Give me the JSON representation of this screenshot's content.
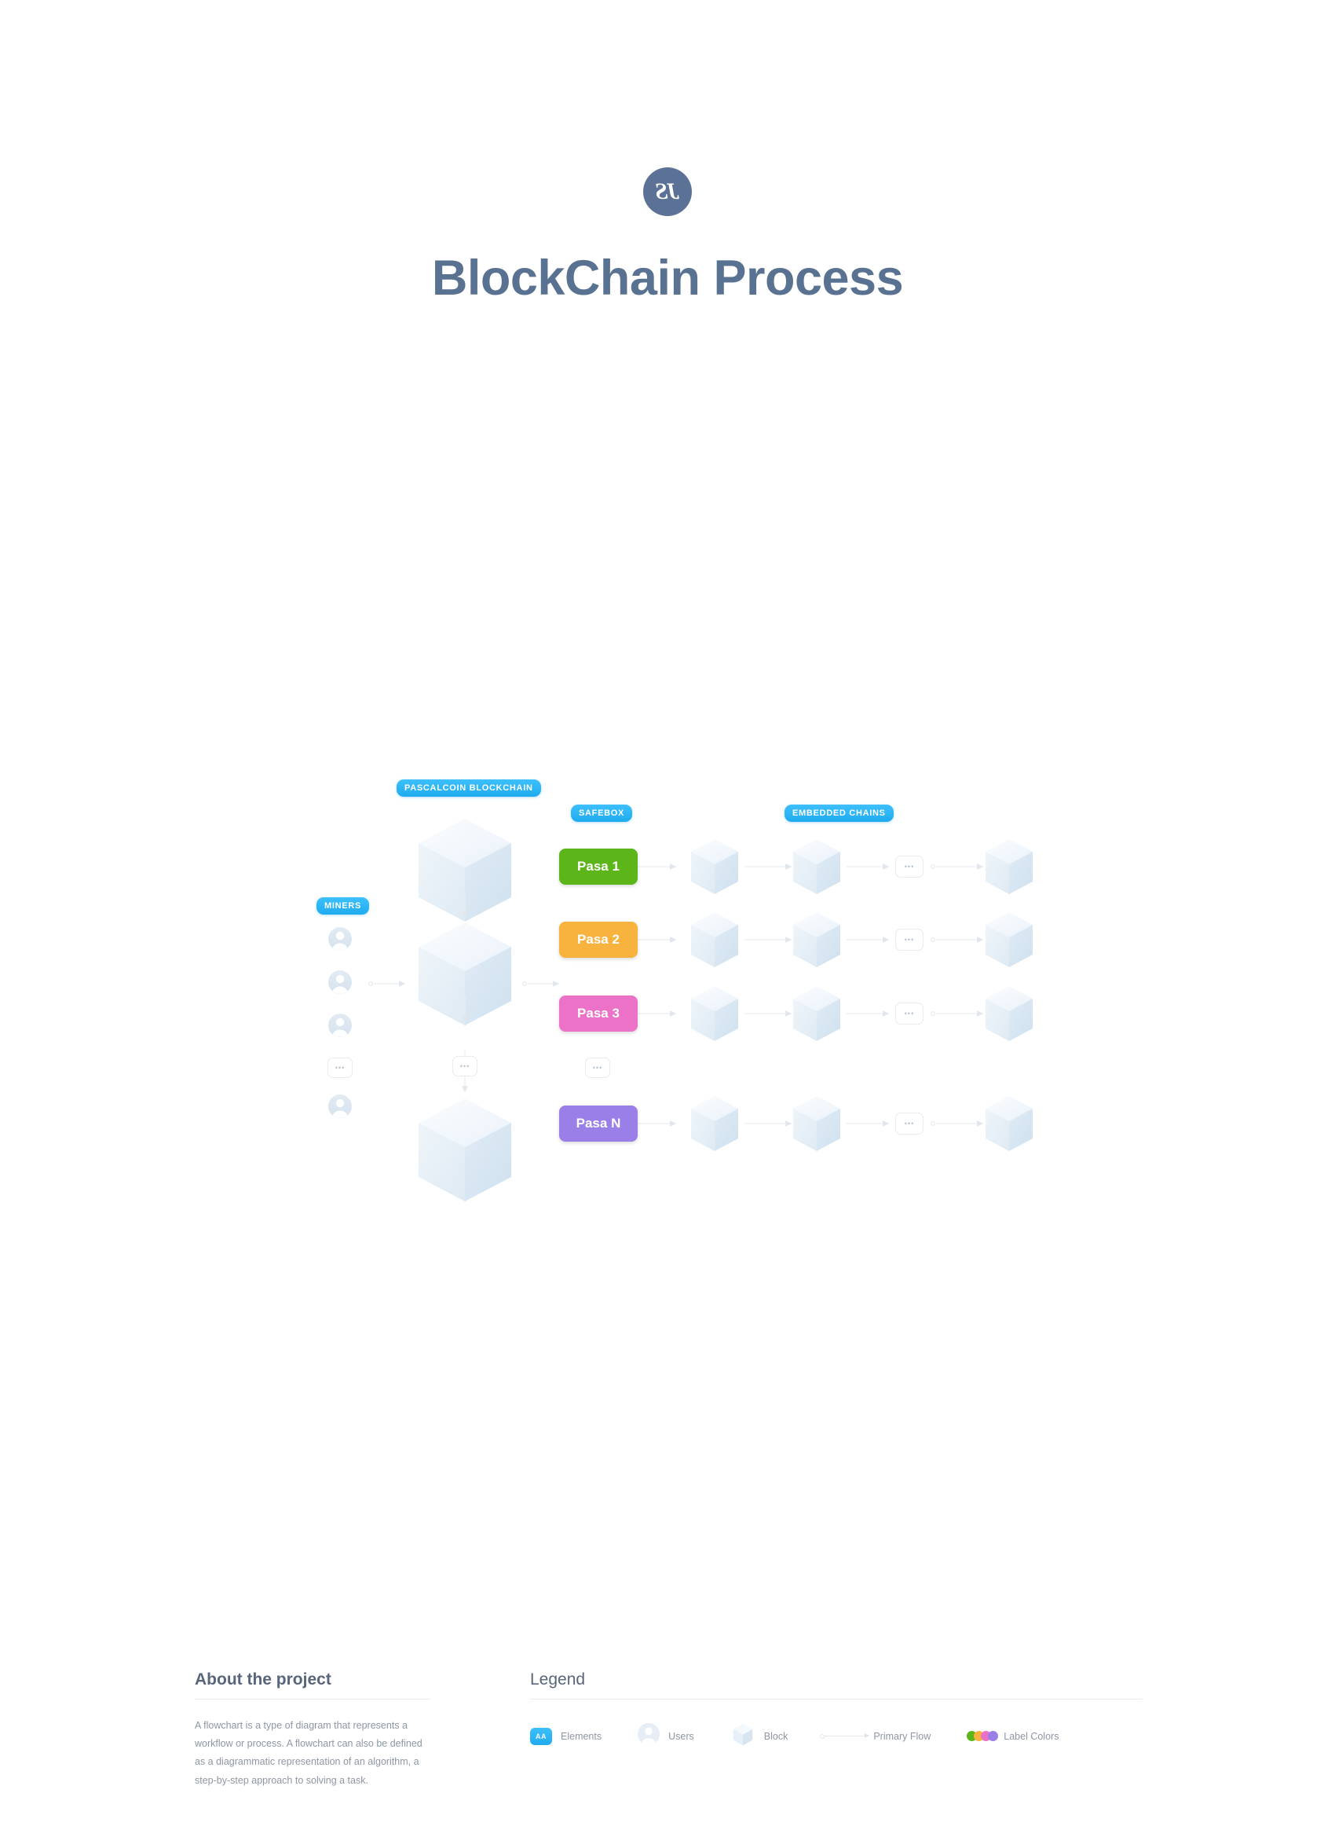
{
  "header": {
    "logo_glyph": "JS",
    "logo_icon": "circular-logo-icon",
    "title": "BlockChain Process"
  },
  "diagram": {
    "section_labels": [
      {
        "id": "miners",
        "text": "MINERS"
      },
      {
        "id": "blockchain",
        "text": "PASCALCOIN BLOCKCHAIN"
      },
      {
        "id": "safebox",
        "text": "SAFEBOX"
      },
      {
        "id": "embedded",
        "text": "EMBEDDED CHAINS"
      }
    ],
    "pasa_nodes": [
      {
        "id": "pasa-1",
        "label": "Pasa 1",
        "color": "#5cb519"
      },
      {
        "id": "pasa-2",
        "label": "Pasa 2",
        "color": "#f7b33e"
      },
      {
        "id": "pasa-3",
        "label": "Pasa 3",
        "color": "#ec72c8"
      },
      {
        "id": "pasa-n",
        "label": "Pasa N",
        "color": "#9a7fe8"
      }
    ],
    "ellipsis": "•••",
    "miner_count": 4,
    "main_cubes": 3,
    "chain_cubes_per_row": 3,
    "rows": 4
  },
  "about": {
    "title": "About the project",
    "body": "A flowchart is a type of diagram that represents a workflow or process. A flowchart can also be defined as a diagrammatic representation of an algorithm, a step-by-step approach to solving a task."
  },
  "legend": {
    "title": "Legend",
    "items": [
      {
        "id": "elements",
        "icon": "rounded-badge-icon",
        "badge_text": "AA",
        "label": "Elements"
      },
      {
        "id": "users",
        "icon": "user-avatar-icon",
        "label": "Users"
      },
      {
        "id": "block",
        "icon": "isometric-cube-icon",
        "label": "Block"
      },
      {
        "id": "primary-flow",
        "icon": "arrow-line-icon",
        "label": "Primary Flow"
      },
      {
        "id": "label-colors",
        "icon": "color-dots-icon",
        "label": "Label Colors"
      }
    ],
    "label_colors": [
      "#5cb519",
      "#f7b33e",
      "#ec72c8",
      "#9a7fe8"
    ]
  },
  "colors": {
    "accent_blue": "#2cb5f5",
    "title_slate": "#5a7291",
    "cube_light": "#f2f7fb",
    "cube_mid": "#e4edf5",
    "cube_dark": "#d4e2ee",
    "connector": "#e9edf1"
  }
}
